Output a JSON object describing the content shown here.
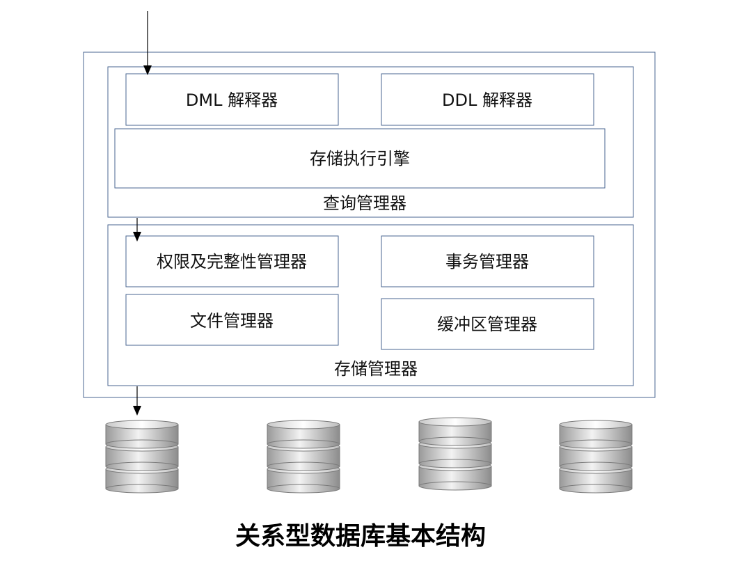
{
  "query_manager": {
    "label": "查询管理器",
    "dml_interpreter": "DML 解释器",
    "ddl_interpreter": "DDL 解释器",
    "storage_engine": "存储执行引擎"
  },
  "storage_manager": {
    "label": "存储管理器",
    "authority_integrity_manager": "权限及完整性管理器",
    "transaction_manager": "事务管理器",
    "file_manager": "文件管理器",
    "buffer_manager": "缓冲区管理器"
  },
  "databases": [
    {
      "icon": "database-icon"
    },
    {
      "icon": "database-icon"
    },
    {
      "icon": "database-icon"
    },
    {
      "icon": "database-icon"
    }
  ],
  "caption": "关系型数据库基本结构",
  "colors": {
    "box_border": "#4a6690",
    "db_light": "#f2f2f2",
    "db_dark": "#9a9a9a"
  }
}
